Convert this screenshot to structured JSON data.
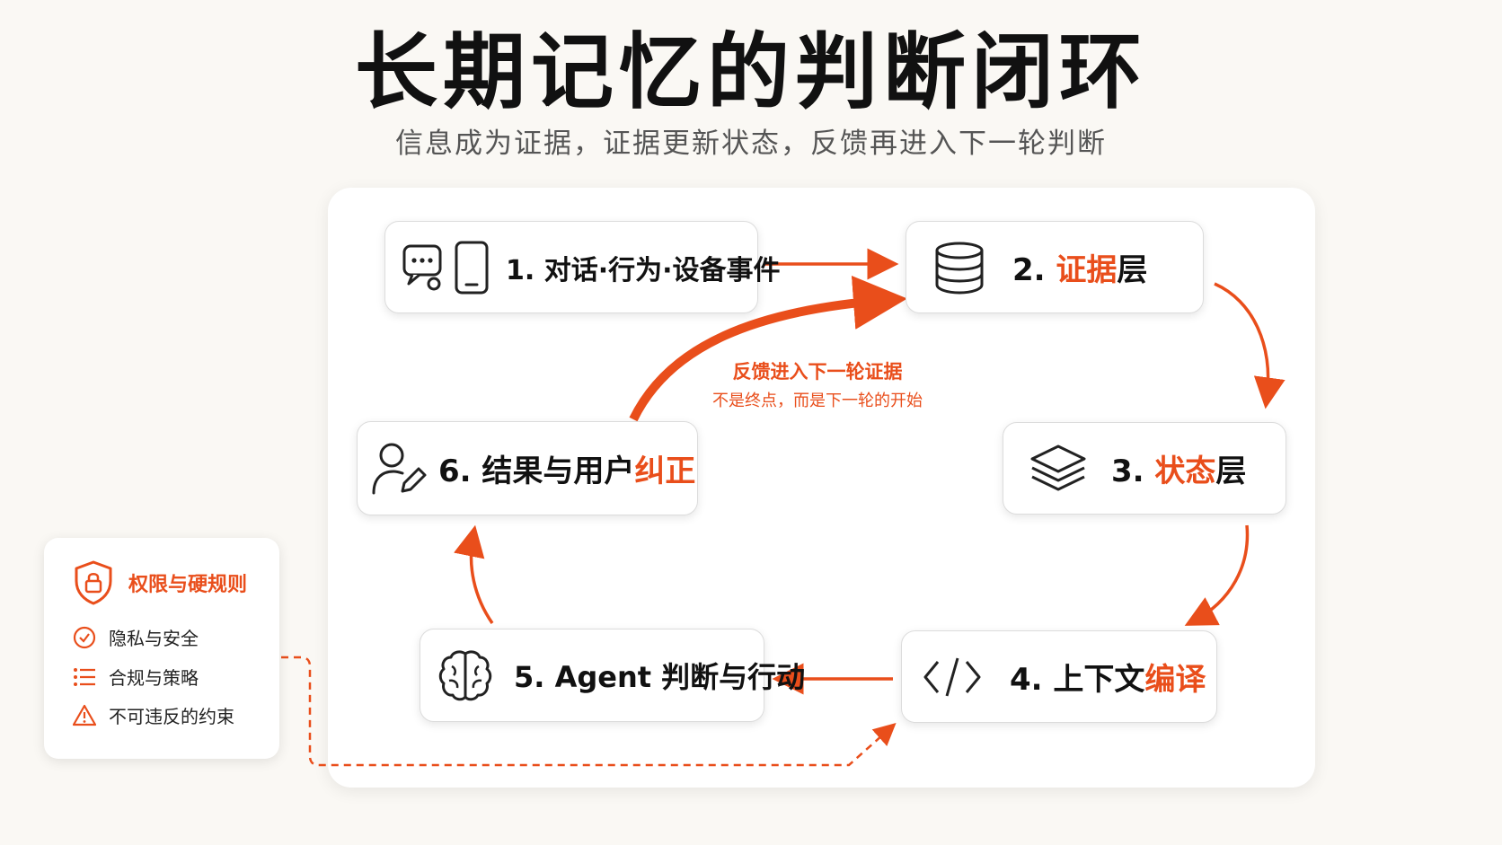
{
  "title": "长期记忆的判断闭环",
  "subtitle": "信息成为证据，证据更新状态，反馈再进入下一轮判断",
  "nodes": {
    "n1": {
      "label": "1. 对话·行为·设备事件"
    },
    "n2": {
      "prefix": "2. ",
      "highlight": "证据",
      "suffix": "层"
    },
    "n3": {
      "prefix": "3. ",
      "highlight": "状态",
      "suffix": "层"
    },
    "n4": {
      "prefix": "4. 上下文",
      "highlight": "编译",
      "suffix": ""
    },
    "n5": {
      "label": "5. Agent 判断与行动"
    },
    "n6": {
      "prefix": "6. 结果与用户",
      "highlight": "纠正",
      "suffix": ""
    }
  },
  "feedback": {
    "title": "反馈进入下一轮证据",
    "note": "不是终点，而是下一轮的开始"
  },
  "rules": {
    "title": "权限与硬规则",
    "items": [
      "隐私与安全",
      "合规与策略",
      "不可违反的约束"
    ]
  },
  "icons": {
    "n1": [
      "chat-bubble-icon",
      "phone-icon"
    ],
    "n2": "database-icon",
    "n3": "layers-icon",
    "n4": "code-icon",
    "n5": "brain-icon",
    "n6": "user-edit-icon",
    "rules": [
      "shield-lock-icon",
      "check-circle-icon",
      "list-icon",
      "warning-icon"
    ]
  },
  "colors": {
    "accent": "#e94e1b",
    "text": "#111111",
    "background": "#faf8f4",
    "panel": "#ffffff"
  }
}
